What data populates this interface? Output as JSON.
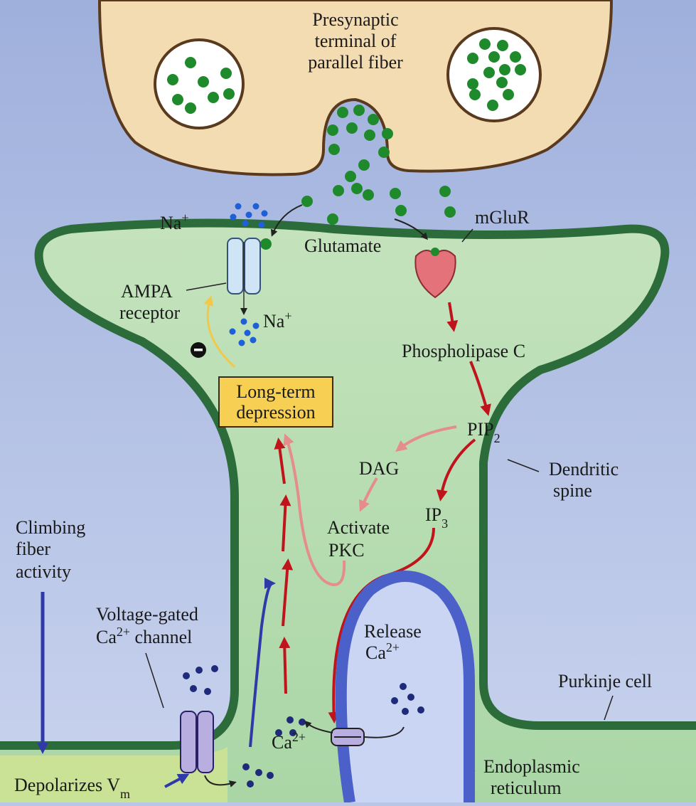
{
  "labels": {
    "presynaptic_line1": "Presynaptic",
    "presynaptic_line2": "terminal of",
    "presynaptic_line3": "parallel fiber",
    "na_top": "Na",
    "na_top_sup": "+",
    "glutamate": "Glutamate",
    "mglur": "mGluR",
    "ampa_line1": "AMPA",
    "ampa_line2": "receptor",
    "na_inside": "Na",
    "na_inside_sup": "+",
    "minus_sign": "−",
    "ltd_line1": "Long-term",
    "ltd_line2": "depression",
    "plc": "Phospholipase C",
    "pip": "PIP",
    "pip_sub": "2",
    "dag": "DAG",
    "ip": "IP",
    "ip_sub": "3",
    "activate": "Activate",
    "pkc": "PKC",
    "dendritic_line1": "Dendritic",
    "dendritic_line2": "spine",
    "climbing_line1": "Climbing",
    "climbing_line2": "fiber",
    "climbing_line3": "activity",
    "vgcc_line1": "Voltage-gated",
    "vgcc_line2a": "Ca",
    "vgcc_line2sup": "2+",
    "vgcc_line2b": " channel",
    "release_line1": "Release",
    "release_ca": "Ca",
    "release_sup": "2+",
    "ca_label": "Ca",
    "ca_sup": "2+",
    "purkinje": "Purkinje cell",
    "er_line1": "Endoplasmic",
    "er_line2": "reticulum",
    "depolarizes": "Depolarizes V",
    "depolarizes_sub": "m"
  },
  "colors": {
    "background": "#b9c6e6",
    "presynaptic_fill": "#f3dcb2",
    "presynaptic_stroke": "#5a3a1e",
    "cell_fill": "#bfe0b7",
    "membrane": "#2c6b3a",
    "vesicle": "#1f8a2c",
    "ion_na": "#1f5fd8",
    "ion_ca": "#1f2a7a",
    "mglur": "#e3727a",
    "ampa": "#cfe4f5",
    "ltd_box": "#f7cf52",
    "red_arrow": "#c0141c",
    "pink_arrow": "#e58c8c",
    "blue_arrow": "#2f3aa8",
    "er": "#4b61c9",
    "yellow_fill": "#e6ec7a"
  }
}
